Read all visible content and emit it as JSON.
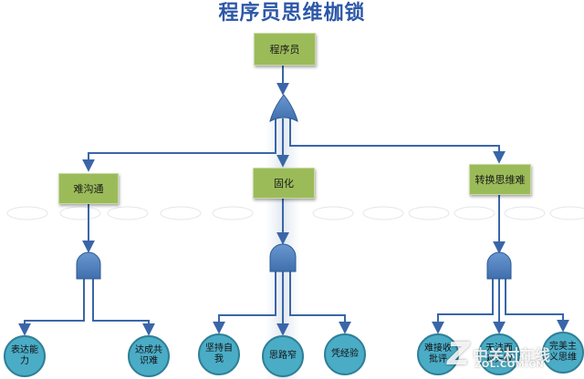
{
  "title": "程序员思维枷锁",
  "nodes": {
    "root": "程序员",
    "left": "难沟通",
    "middle": "固化",
    "right": "转换思维难",
    "c1": "表达能力",
    "c2": "达成共识难",
    "c3": "坚持自我",
    "c4": "思路窄",
    "c5": "凭经验",
    "c6": "难接收批评",
    "c7": "无法面对失败",
    "c8": "完美主义思维"
  },
  "watermark": {
    "logo": "Z",
    "text": "中关村在线",
    "url": "ZOL.COM.CN"
  },
  "colors": {
    "box": "#9bbb59",
    "circle": "#4bacc6",
    "gate": "#4f81bd",
    "line": "#3a66a8",
    "title": "#2d57a8"
  }
}
